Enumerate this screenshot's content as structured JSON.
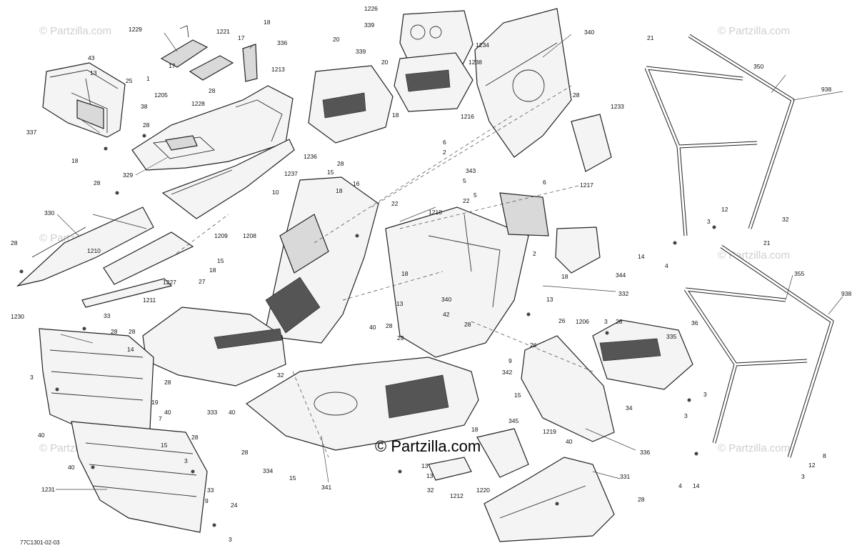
{
  "diagram": {
    "drawing_code": "77C1301-02-03",
    "watermark": "© Partzilla.com",
    "center_watermark": "© Partzilla.com",
    "callouts": [
      "1229",
      "1221",
      "17",
      "18",
      "336",
      "1213",
      "17",
      "1",
      "28",
      "1228",
      "1205",
      "43",
      "13",
      "25",
      "38",
      "337",
      "18",
      "28",
      "329",
      "1226",
      "339",
      "20",
      "339",
      "20",
      "1234",
      "1238",
      "18",
      "340",
      "28",
      "1233",
      "1216",
      "6",
      "2",
      "343",
      "5",
      "1236",
      "28",
      "15",
      "18",
      "1237",
      "10",
      "22",
      "22",
      "1218",
      "5",
      "6",
      "1217",
      "2",
      "344",
      "18",
      "21",
      "350",
      "938",
      "12",
      "32",
      "3",
      "14",
      "4",
      "21",
      "938",
      "355",
      "330",
      "28",
      "1210",
      "1209",
      "1208",
      "28",
      "15",
      "18",
      "27",
      "1227",
      "1211",
      "33",
      "28",
      "28",
      "14",
      "19",
      "7",
      "40",
      "333",
      "40",
      "32",
      "18",
      "13",
      "340",
      "42",
      "13",
      "26",
      "332",
      "1206",
      "3",
      "335",
      "36",
      "29",
      "40",
      "28",
      "28",
      "9",
      "342",
      "26",
      "15",
      "345",
      "34",
      "3",
      "1230",
      "3",
      "40",
      "28",
      "28",
      "3",
      "15",
      "40",
      "1231",
      "33",
      "9",
      "24",
      "3",
      "28",
      "334",
      "15",
      "341",
      "13",
      "32",
      "18",
      "13",
      "1219",
      "40",
      "336",
      "1212",
      "1220",
      "331",
      "28",
      "8",
      "12",
      "3",
      "4",
      "14",
      "3",
      "28",
      "16"
    ]
  }
}
